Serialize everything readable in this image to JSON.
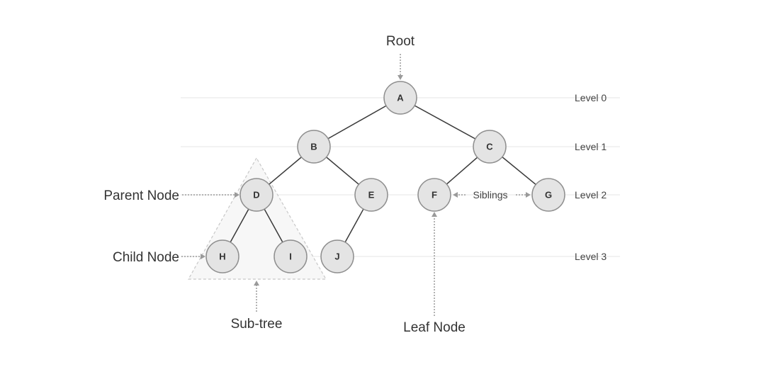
{
  "annotations": {
    "root": "Root",
    "parent_node": "Parent Node",
    "child_node": "Child Node",
    "sub_tree": "Sub-tree",
    "leaf_node": "Leaf Node",
    "siblings": "Siblings"
  },
  "levels": [
    "Level 0",
    "Level 1",
    "Level 2",
    "Level 3"
  ],
  "nodes": {
    "A": "A",
    "B": "B",
    "C": "C",
    "D": "D",
    "E": "E",
    "F": "F",
    "G": "G",
    "H": "H",
    "I": "I",
    "J": "J"
  },
  "edges": [
    [
      "A",
      "B"
    ],
    [
      "A",
      "C"
    ],
    [
      "B",
      "D"
    ],
    [
      "B",
      "E"
    ],
    [
      "C",
      "F"
    ],
    [
      "C",
      "G"
    ],
    [
      "D",
      "H"
    ],
    [
      "D",
      "I"
    ],
    [
      "E",
      "J"
    ]
  ]
}
